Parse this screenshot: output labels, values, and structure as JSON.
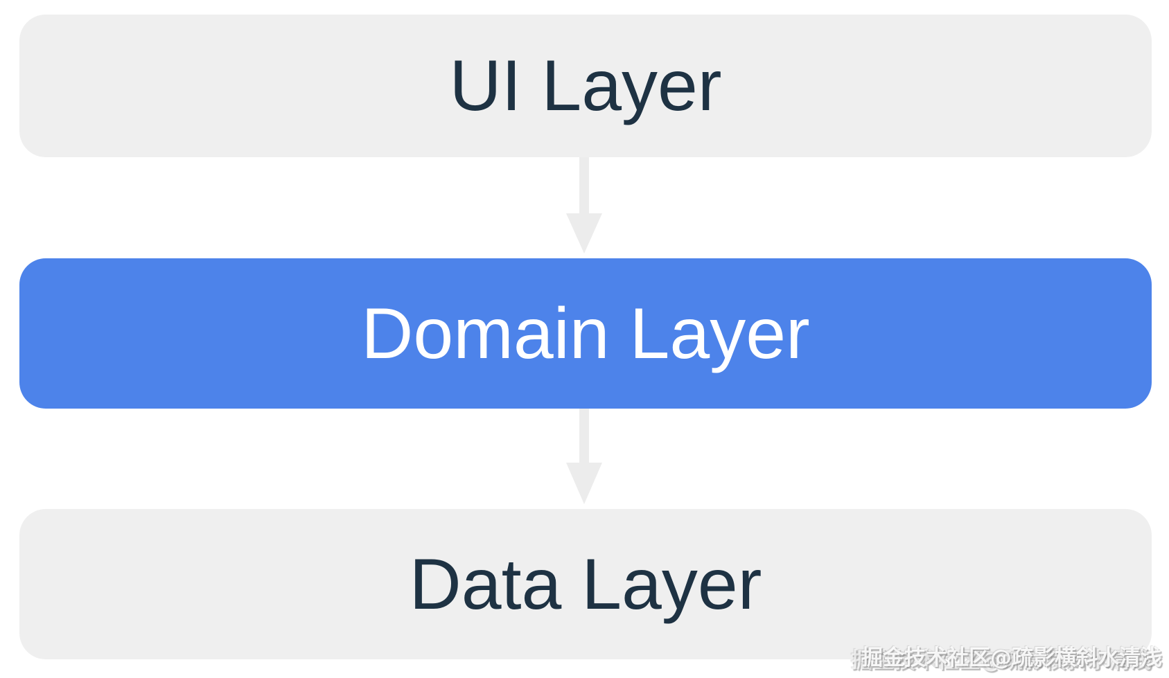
{
  "diagram": {
    "layers": [
      {
        "id": "ui",
        "label": "UI Layer",
        "role": "muted"
      },
      {
        "id": "domain",
        "label": "Domain Layer",
        "role": "accent"
      },
      {
        "id": "data",
        "label": "Data Layer",
        "role": "muted"
      }
    ],
    "arrows": [
      {
        "from": "ui",
        "to": "domain",
        "direction": "down"
      },
      {
        "from": "domain",
        "to": "data",
        "direction": "down"
      }
    ],
    "colors": {
      "layer_muted_bg": "#efefef",
      "layer_accent_bg": "#4d83ea",
      "layer_muted_text": "#1e3243",
      "layer_accent_text": "#ffffff",
      "arrow": "#ececec",
      "background": "#ffffff"
    }
  },
  "watermark": {
    "text": "掘金技术社区@疏影横斜水清浅"
  }
}
